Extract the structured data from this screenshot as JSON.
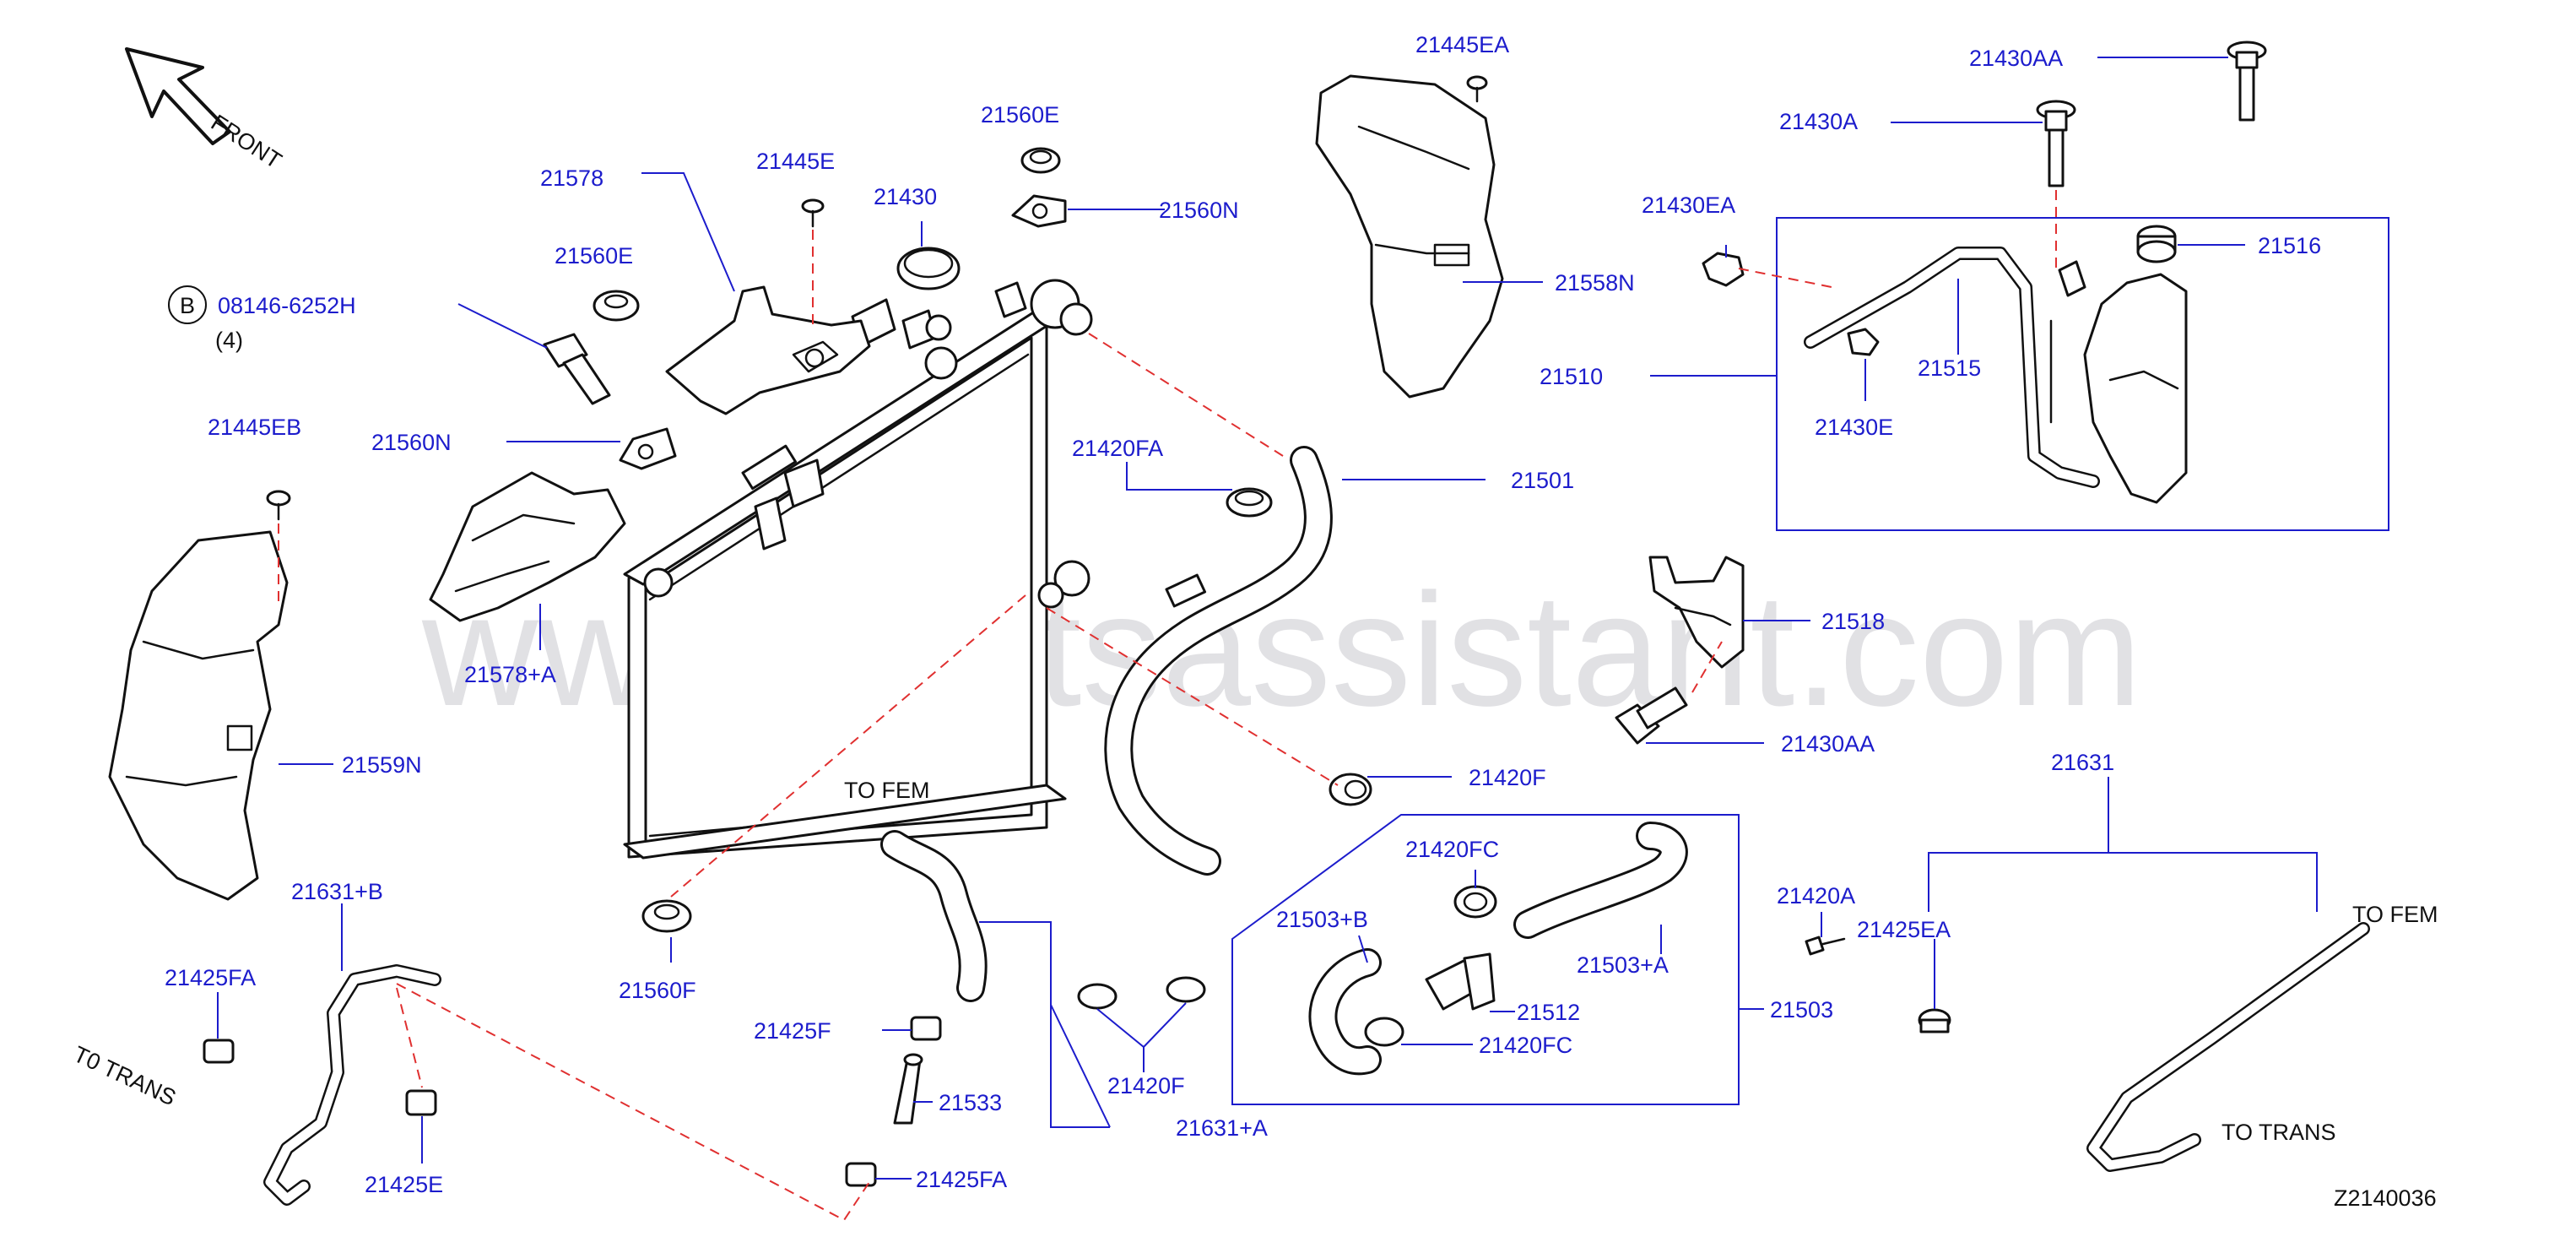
{
  "diagram_id": "Z2140036",
  "watermark": "www.partsassistant.com",
  "orientation_label": "FRONT",
  "bolt_b": {
    "letter": "B",
    "part": "08146-6252H",
    "qty": "(4)"
  },
  "notes": {
    "to_fem_center": "TO    FEM",
    "to_fem_right": "TO    FEM",
    "to_trans_left": "T0    TRANS",
    "to_trans_right": "TO    TRANS"
  },
  "labels": {
    "p21578": "21578",
    "p21445E": "21445E",
    "p21430": "21430",
    "p21560E_top": "21560E",
    "p21560N_top": "21560N",
    "p21560E_left": "21560E",
    "p21445EA_top": "21445EA",
    "p21558N": "21558N",
    "p21430AA_top": "21430AA",
    "p21430A": "21430A",
    "p21430EA": "21430EA",
    "p21516": "21516",
    "p21510": "21510",
    "p21515": "21515",
    "p21430E": "21430E",
    "p21445EB": "21445EB",
    "p21560N_left": "21560N",
    "p21420FA": "21420FA",
    "p21501": "21501",
    "p21578A": "21578+A",
    "p21518": "21518",
    "p21430AA_mid": "21430AA",
    "p21559N": "21559N",
    "p21420F_mid": "21420F",
    "p21631": "21631",
    "p21631B": "21631+B",
    "p21420FC_top": "21420FC",
    "p21420A": "21420A",
    "p21503B": "21503+B",
    "p21503A": "21503+A",
    "p21425EA": "21425EA",
    "p21425FA_left": "21425FA",
    "p21560F": "21560F",
    "p21512": "21512",
    "p21503": "21503",
    "p21425F": "21425F",
    "p21420FC_bot": "21420FC",
    "p21420F_bot": "21420F",
    "p21533": "21533",
    "p21631A": "21631+A",
    "p21425E": "21425E",
    "p21425FA_bot": "21425FA"
  }
}
